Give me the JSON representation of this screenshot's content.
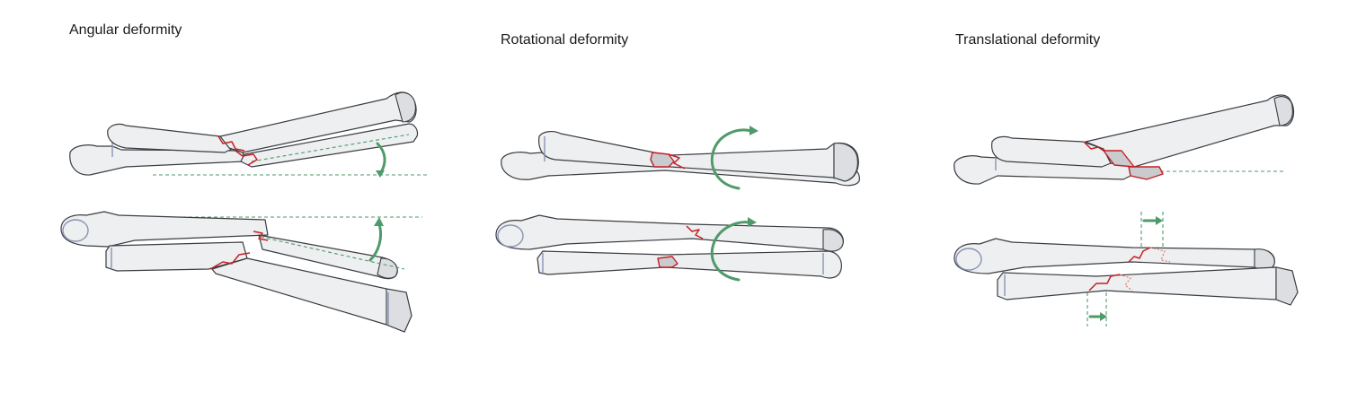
{
  "panels": [
    {
      "title": "Angular deformity"
    },
    {
      "title": "Rotational deformity"
    },
    {
      "title": "Translational deformity"
    }
  ],
  "colors": {
    "bone_fill": "#eeeff0",
    "outline": "#3a3d42",
    "fracture": "#c42027",
    "guide": "#4f9a6a",
    "joint_ring": "#8a93b5"
  },
  "icons": [
    "curved-arrow-icon",
    "straight-arrow-icon"
  ]
}
